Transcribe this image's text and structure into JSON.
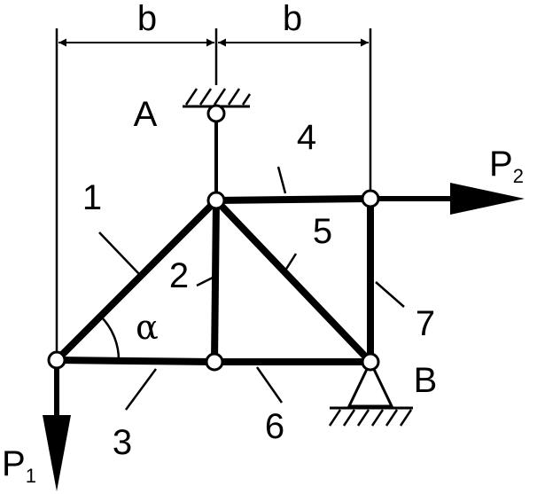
{
  "dimension_labels": {
    "left_span": "b",
    "right_span": "b"
  },
  "node_labels": {
    "top_support": "A",
    "bottom_support": "B"
  },
  "member_labels": {
    "m1": "1",
    "m2": "2",
    "m3": "3",
    "m4": "4",
    "m5": "5",
    "m6": "6",
    "m7": "7"
  },
  "angle_label": "α",
  "loads": {
    "p1": {
      "letter": "P",
      "subscript": "1"
    },
    "p2": {
      "letter": "P",
      "subscript": "2"
    }
  }
}
